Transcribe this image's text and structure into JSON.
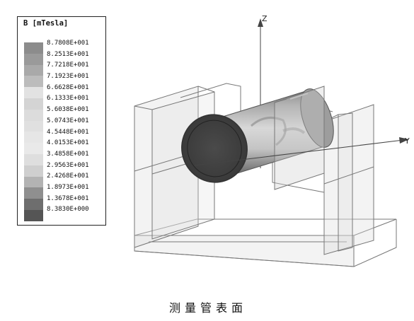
{
  "legend": {
    "title": "B [mTesla]",
    "entries": [
      {
        "label": "8.7808E+001",
        "color": "#8c8c8c"
      },
      {
        "label": "8.2513E+001",
        "color": "#9a9a9a"
      },
      {
        "label": "7.7218E+001",
        "color": "#a9a9a9"
      },
      {
        "label": "7.1923E+001",
        "color": "#bcbcbc"
      },
      {
        "label": "6.6628E+001",
        "color": "#e2e2e2"
      },
      {
        "label": "6.1333E+001",
        "color": "#d4d4d4"
      },
      {
        "label": "5.6038E+001",
        "color": "#dcdcdc"
      },
      {
        "label": "5.0743E+001",
        "color": "#e0e0e0"
      },
      {
        "label": "4.5448E+001",
        "color": "#e6e6e6"
      },
      {
        "label": "4.0153E+001",
        "color": "#e9e9e9"
      },
      {
        "label": "3.4858E+001",
        "color": "#dedede"
      },
      {
        "label": "2.9563E+001",
        "color": "#cfcfcf"
      },
      {
        "label": "2.4268E+001",
        "color": "#b3b3b3"
      },
      {
        "label": "1.8973E+001",
        "color": "#8f8f8f"
      },
      {
        "label": "1.3678E+001",
        "color": "#6e6e6e"
      },
      {
        "label": "8.3830E+000",
        "color": "#555555"
      }
    ]
  },
  "axes": {
    "z_label": "Z",
    "y_label": "Y"
  },
  "caption": "测量管表面"
}
